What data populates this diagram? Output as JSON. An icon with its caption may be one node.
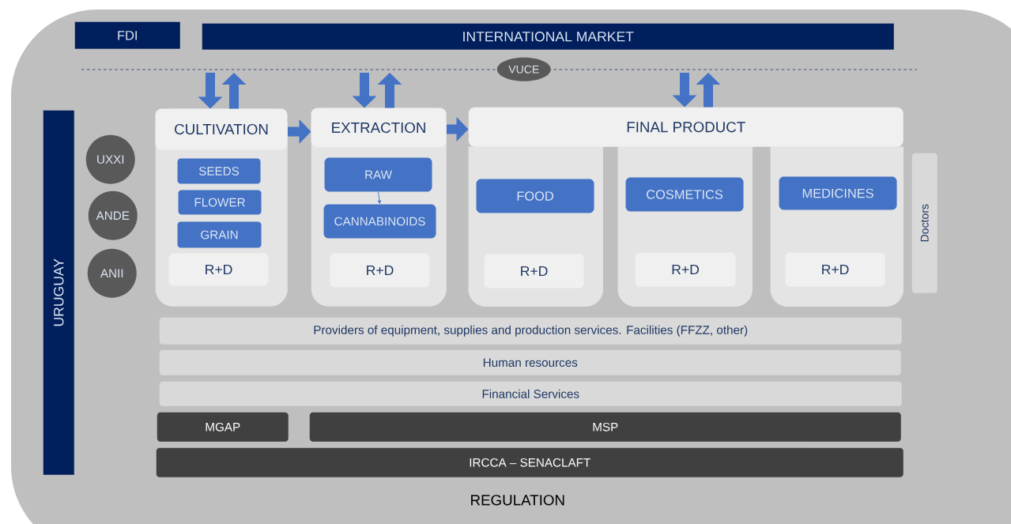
{
  "diagram": {
    "nodes": [
      {
        "text": [
          "REGULATION"
        ]
      },
      {
        "text": [
          "FDI"
        ],
        "in": 0
      },
      {
        "text": [
          "INTERNATIONAL MARKET"
        ],
        "in": 0
      },
      {
        "text": [
          "VUCE"
        ],
        "in": 0
      },
      {
        "text": [
          "URUGUAY"
        ],
        "in": 0
      },
      {
        "text": [
          "UXXI"
        ],
        "in": 0
      },
      {
        "text": [
          "ANDE"
        ],
        "in": 0
      },
      {
        "text": [
          "ANII"
        ],
        "in": 0
      },
      {
        "text": [
          "CULTIVATION"
        ],
        "in": 0
      },
      {
        "text": [
          "SEEDS"
        ],
        "in": 8
      },
      {
        "text": [
          "FLOWER"
        ],
        "in": 8
      },
      {
        "text": [
          "GRAIN"
        ],
        "in": 8
      },
      {
        "text": [
          "R+D"
        ],
        "in": 8
      },
      {
        "text": [
          "EXTRACTION"
        ],
        "in": 0
      },
      {
        "text": [
          "RAW"
        ],
        "in": 13
      },
      {
        "text": [
          "CANNABINOIDS"
        ],
        "in": 13
      },
      {
        "text": [
          "R+D"
        ],
        "in": 13
      },
      {
        "text": [
          "FINAL PRODUCT"
        ],
        "in": 0
      },
      {
        "text": [],
        "shape": "box",
        "in": 0
      },
      {
        "text": [
          "FOOD"
        ],
        "in": 18
      },
      {
        "text": [
          "R+D"
        ],
        "in": 18
      },
      {
        "text": [],
        "shape": "box",
        "in": 0
      },
      {
        "text": [
          "COSMETICS"
        ],
        "in": 21
      },
      {
        "text": [
          "R+D"
        ],
        "in": 21
      },
      {
        "text": [],
        "shape": "box",
        "in": 0
      },
      {
        "text": [
          "MEDICINES"
        ],
        "in": 24
      },
      {
        "text": [
          "R+D"
        ],
        "in": 24
      },
      {
        "text": [
          "Doctors"
        ],
        "in": 0
      },
      {
        "text": [
          "Providers of equipment, supplies and production services. Facilities (FFZZ, other)"
        ],
        "in": 0
      },
      {
        "text": [
          "Human resources"
        ],
        "in": 0
      },
      {
        "text": [
          "Financial Services"
        ],
        "in": 0
      },
      {
        "text": [
          "MGAP"
        ],
        "in": 0
      },
      {
        "text": [
          "MSP"
        ],
        "in": 0
      },
      {
        "text": [
          "IRCCA – SENACLAFT"
        ],
        "in": 0
      }
    ],
    "edges": [
      {
        "from": 8,
        "to": 13,
        "arrow": "to"
      },
      {
        "from": 13,
        "to": 17,
        "arrow": "to"
      },
      {
        "from": 14,
        "to": 15,
        "arrow": "to"
      },
      {
        "from": null,
        "to": 8,
        "arrow": "to"
      },
      {
        "from": 8,
        "to": null,
        "arrow": "to"
      },
      {
        "from": null,
        "to": 13,
        "arrow": "to"
      },
      {
        "from": 13,
        "to": null,
        "arrow": "to"
      },
      {
        "from": null,
        "to": 17,
        "arrow": "to"
      },
      {
        "from": 17,
        "to": null,
        "arrow": "to"
      }
    ]
  }
}
